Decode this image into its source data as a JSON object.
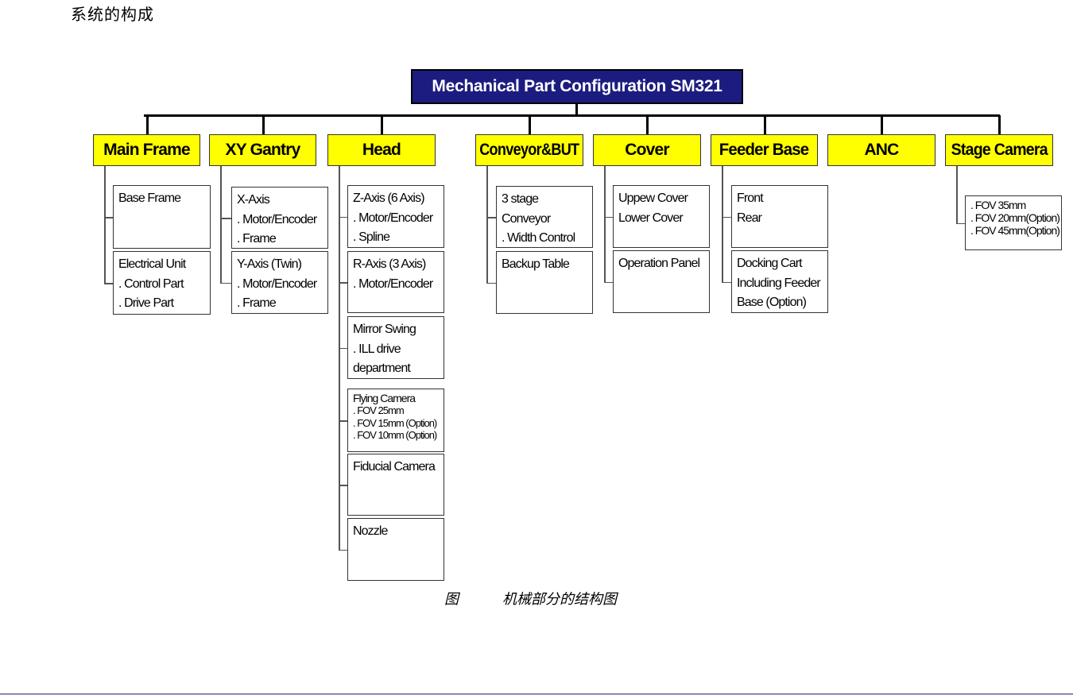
{
  "heading": "系统的构成",
  "root_title": "Mechanical Part Configuration SM321",
  "categories": [
    {
      "label": "Main Frame",
      "children": [
        {
          "lines": [
            "Base Frame"
          ]
        },
        {
          "lines": [
            "Electrical Unit",
            ". Control Part",
            ". Drive Part"
          ]
        }
      ]
    },
    {
      "label": "XY Gantry",
      "children": [
        {
          "lines": [
            "X-Axis",
            ".  Motor/Encoder",
            ".  Frame"
          ]
        },
        {
          "lines": [
            "Y-Axis  (Twin)",
            ".  Motor/Encoder",
            ".  Frame"
          ]
        }
      ]
    },
    {
      "label": "Head",
      "children": [
        {
          "lines": [
            "Z-Axis (6 Axis)",
            ".  Motor/Encoder",
            ".  Spline"
          ]
        },
        {
          "lines": [
            "R-Axis (3 Axis)",
            ".  Motor/Encoder"
          ]
        },
        {
          "lines": [
            "Mirror Swing",
            ". ILL drive",
            "  department"
          ]
        },
        {
          "lines": [
            "Flying Camera",
            ". FOV 25mm",
            ". FOV 15mm (Option)",
            ". FOV 10mm (Option)"
          ]
        },
        {
          "lines": [
            "Fiducial Camera"
          ]
        },
        {
          "lines": [
            "Nozzle"
          ]
        }
      ]
    },
    {
      "label": "Conveyor&BUT",
      "children": [
        {
          "lines": [
            "3 stage",
            "Conveyor",
            ". Width Control"
          ]
        },
        {
          "lines": [
            "Backup Table"
          ]
        }
      ]
    },
    {
      "label": "Cover",
      "children": [
        {
          "lines": [
            "Uppew Cover",
            "Lower Cover"
          ]
        },
        {
          "lines": [
            "Operation Panel"
          ]
        }
      ]
    },
    {
      "label": "Feeder Base",
      "children": [
        {
          "lines": [
            "Front",
            "Rear"
          ]
        },
        {
          "lines": [
            "Docking Cart",
            "Including Feeder",
            "Base (Option)"
          ]
        }
      ]
    },
    {
      "label": "ANC",
      "children": []
    },
    {
      "label": "Stage Camera",
      "children": [
        {
          "lines": [
            ". FOV 35mm",
            ". FOV 20mm(Option)",
            ". FOV 45mm(Option)"
          ]
        }
      ]
    }
  ],
  "caption": {
    "figure": "图",
    "text": "机械部分的结构图"
  }
}
